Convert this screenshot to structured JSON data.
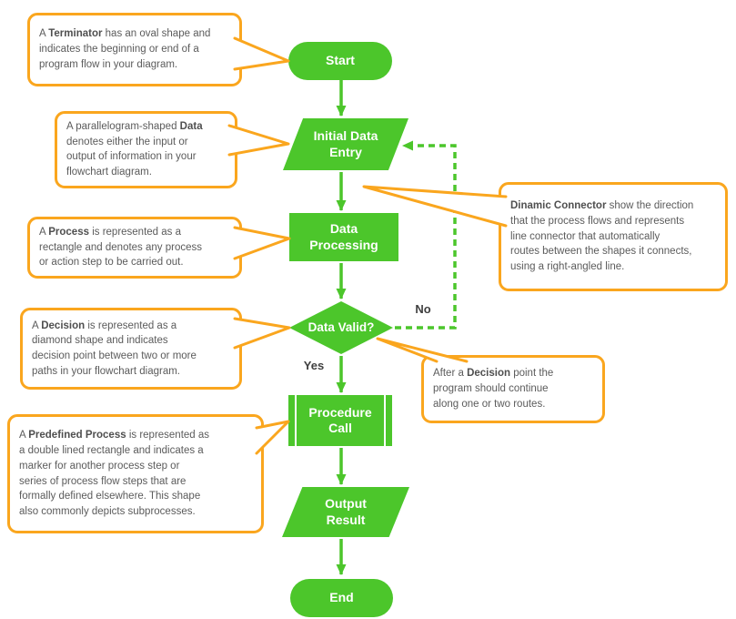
{
  "diagram": {
    "nodes": [
      {
        "id": "start",
        "type": "terminator",
        "label": "Start"
      },
      {
        "id": "initial-data-entry",
        "type": "data",
        "label": "Initial Data\nEntry"
      },
      {
        "id": "data-processing",
        "type": "process",
        "label": "Data\nProcessing"
      },
      {
        "id": "data-valid",
        "type": "decision",
        "label": "Data Valid?"
      },
      {
        "id": "procedure-call",
        "type": "predefined-process",
        "label": "Procedure\nCall"
      },
      {
        "id": "output-result",
        "type": "data",
        "label": "Output\nResult"
      },
      {
        "id": "end",
        "type": "terminator",
        "label": "End"
      }
    ],
    "edge_labels": {
      "yes": "Yes",
      "no": "No"
    }
  },
  "callouts": [
    {
      "name": "terminator-note",
      "segments": [
        {
          "text": "A ",
          "bold": false
        },
        {
          "text": "Terminator",
          "bold": true
        },
        {
          "text": " has an oval shape and\nindicates the beginning or end of a\nprogram flow in your diagram.",
          "bold": false
        }
      ]
    },
    {
      "name": "data-note",
      "segments": [
        {
          "text": "A parallelogram-shaped ",
          "bold": false
        },
        {
          "text": "Data",
          "bold": true
        },
        {
          "text": "\ndenotes either the input or\noutput of information in your\nflowchart diagram.",
          "bold": false
        }
      ]
    },
    {
      "name": "process-note",
      "segments": [
        {
          "text": "A ",
          "bold": false
        },
        {
          "text": "Process",
          "bold": true
        },
        {
          "text": " is represented as a\nrectangle and denotes any process\nor action step to be carried out.",
          "bold": false
        }
      ]
    },
    {
      "name": "decision-note",
      "segments": [
        {
          "text": "A ",
          "bold": false
        },
        {
          "text": "Decision",
          "bold": true
        },
        {
          "text": " is represented as a\ndiamond shape and indicates\ndecision point between two or more\npaths in your flowchart diagram.",
          "bold": false
        }
      ]
    },
    {
      "name": "predefined-process-note",
      "segments": [
        {
          "text": "A ",
          "bold": false
        },
        {
          "text": "Predefined Process",
          "bold": true
        },
        {
          "text": " is represented as\na double lined rectangle and indicates a\nmarker for another process step or\nseries of process flow steps that are\nformally defined elsewhere. This shape\nalso commonly depicts subprocesses.",
          "bold": false
        }
      ]
    },
    {
      "name": "dynamic-connector-note",
      "segments": [
        {
          "text": "Dinamic Connector",
          "bold": true
        },
        {
          "text": " show the direction\nthat the process flows and represents\nline connector that automatically\nroutes between the shapes it connects,\nusing a right-angled line.",
          "bold": false
        }
      ]
    },
    {
      "name": "after-decision-note",
      "segments": [
        {
          "text": "After a ",
          "bold": false
        },
        {
          "text": "Decision",
          "bold": true
        },
        {
          "text": " point the\nprogram should continue\nalong one or two routes.",
          "bold": false
        }
      ]
    }
  ],
  "colors": {
    "shape_green": "#4cc62b",
    "connector_green": "#4cc62b",
    "callout_border_orange": "#faa61e",
    "callout_text_gray": "#5b5b5b",
    "edge_label_gray": "#3f3f3f",
    "shape_text": "#ffffff"
  }
}
